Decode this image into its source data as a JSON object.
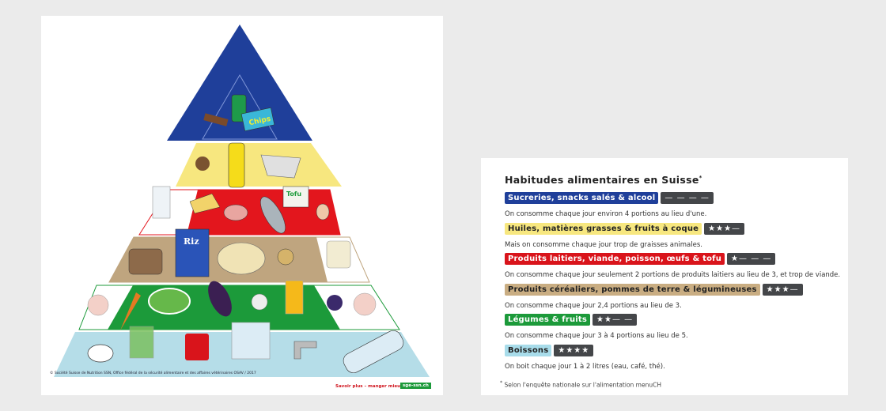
{
  "pyramid": {
    "credit": "© Société Suisse de Nutrition SSN, Office fédéral de la sécurité alimentaire et des affaires vétérinaires OSAV / 2017",
    "more_label": "Savoir plus – manger mieux",
    "site_label": "sge-ssn.ch",
    "riz_label": "Riz",
    "tofu_label": "Tofu",
    "chips_label": "Chips",
    "colors": {
      "sweets": "#1f3f9a",
      "oils": "#f7e77f",
      "protein": "#e3161d",
      "cereals": "#bfa57f",
      "veg": "#1c9a3a",
      "drinks": "#b5dde8"
    }
  },
  "panel": {
    "title": "Habitudes alimentaires en Suisse",
    "title_mark": "*",
    "rows": [
      {
        "label": "Sucreries, snacks salés & alcool",
        "stars": "— — — —",
        "desc": "On consomme chaque jour environ 4 portions au lieu d'une.",
        "bg": "#1f3f9a",
        "fg": "#ffffff"
      },
      {
        "label": "Huiles, matières grasses & fruits à coque",
        "stars": "★★★—",
        "desc": "Mais on consomme chaque jour trop de graisses animales.",
        "bg": "#f7e77f",
        "fg": "#222222"
      },
      {
        "label": "Produits laitiers, viande, poisson, œufs & tofu",
        "stars": "★— — —",
        "desc": "On consomme chaque jour seulement 2 portions de produits laitiers au lieu de 3, et trop de viande.",
        "bg": "#d9141b",
        "fg": "#ffffff"
      },
      {
        "label": "Produits céréaliers, pommes de terre & légumineuses",
        "stars": "★★★—",
        "desc": "On consomme chaque jour 2,4 portions au lieu de 3.",
        "bg": "#c9ad82",
        "fg": "#222222"
      },
      {
        "label": "Légumes & fruits",
        "stars": "★★— —",
        "desc": "On consomme chaque jour 3 à 4 portions au lieu de 5.",
        "bg": "#1c9a3a",
        "fg": "#ffffff"
      },
      {
        "label": "Boissons",
        "stars": "★★★★",
        "desc": "On boit chaque jour 1 à 2 litres (eau, café, thé).",
        "bg": "#a8dcea",
        "fg": "#222222"
      }
    ],
    "footnote_mark": "*",
    "footnote": "Selon l'enquête nationale sur l'alimentation menuCH"
  }
}
